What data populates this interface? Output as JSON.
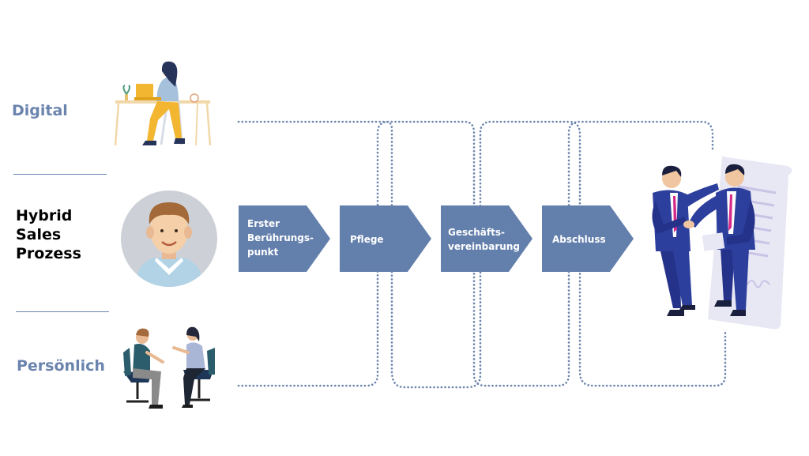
{
  "labels": {
    "digital": "Digital",
    "hybrid": [
      "Hybrid",
      "Sales",
      "Prozess"
    ],
    "persoenlich": "Persönlich"
  },
  "steps": [
    {
      "id": "step-erster-beruehrungspunkt",
      "lines": [
        "Erster",
        "Berührungs-",
        "punkt"
      ]
    },
    {
      "id": "step-pflege",
      "lines": [
        "Pflege"
      ]
    },
    {
      "id": "step-geschaeftsvereinbarung",
      "lines": [
        "Geschäfts-",
        "vereinbarung"
      ]
    },
    {
      "id": "step-abschluss",
      "lines": [
        "Abschluss"
      ]
    }
  ],
  "colors": {
    "accent": "#6b84ae",
    "step_fill": "#637fac",
    "dots": "#6b84ae",
    "suit": "#2d3f9c"
  },
  "icons": [
    "woman-laptop-illustration",
    "man-avatar-icon",
    "meeting-illustration",
    "handshake-illustration"
  ]
}
